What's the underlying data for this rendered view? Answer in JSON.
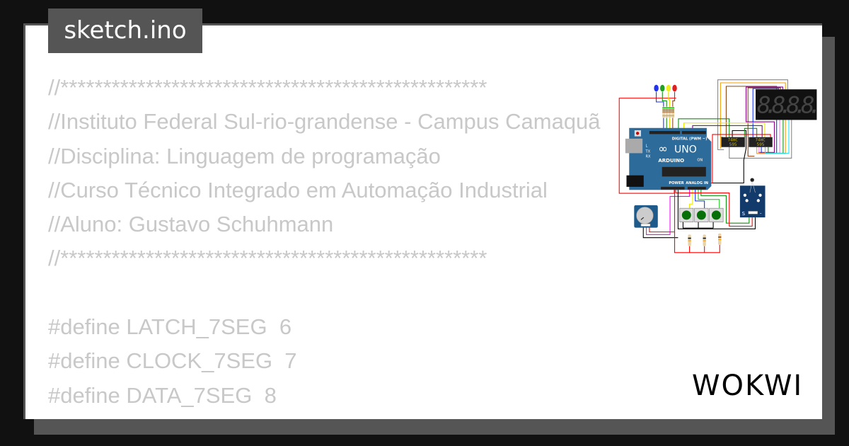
{
  "window": {
    "file_tab": "sketch.ino"
  },
  "code_lines": [
    "//**************************************************",
    "//Instituto Federal Sul-rio-grandense - Campus Camaquã",
    "//Disciplina: Linguagem de programação",
    "//Curso Técnico Integrado em Automação Industrial",
    "//Aluno: Gustavo Schuhmann",
    "//**************************************************",
    "",
    "#define LATCH_7SEG  6",
    "#define CLOCK_7SEG  7",
    "#define DATA_7SEG  8"
  ],
  "circuit": {
    "board": {
      "brand": "ARDUINO",
      "model": "UNO",
      "digital_label": "DIGITAL (PWM ~)",
      "power_label": "POWER",
      "analog_label": "ANALOG IN",
      "on_label": "ON",
      "tx_label": "TX",
      "rx_label": "RX",
      "l_label": "L"
    },
    "chips": [
      {
        "label": "74HC",
        "sub": "595"
      },
      {
        "label": "74HC",
        "sub": "595"
      }
    ],
    "seven_segment": {
      "digits": "8.8.8.8."
    },
    "leds": [
      "#2233ee",
      "#22a022",
      "#eeee22",
      "#e02020"
    ],
    "sensor_pins": {
      "s": "S",
      "minus": "-"
    }
  },
  "branding": {
    "logo": "WOKWI"
  }
}
